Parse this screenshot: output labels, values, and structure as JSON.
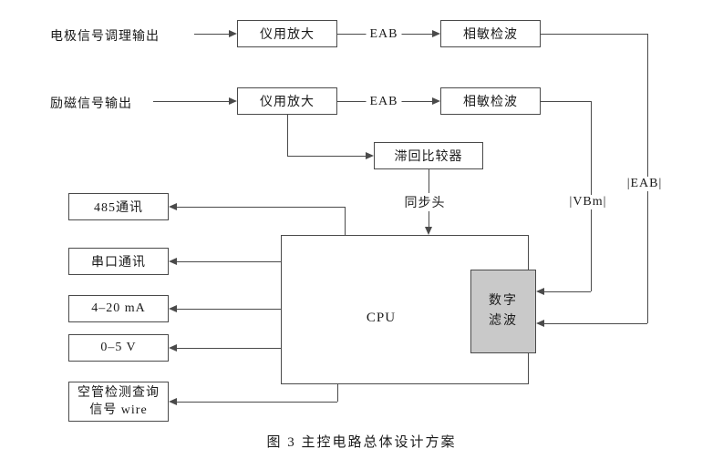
{
  "caption": "图 3  主控电路总体设计方案",
  "inputs": {
    "electrode": "电极信号调理输出",
    "excitation": "励磁信号输出"
  },
  "blocks": {
    "amp1": "仪用放大",
    "psd1": "相敏检波",
    "amp2": "仪用放大",
    "psd2": "相敏检波",
    "hysteresis": "滞回比较器",
    "cpu": "CPU",
    "filter_l1": "数字",
    "filter_l2": "滤波",
    "comm485": "485通讯",
    "serial": "串口通讯",
    "current_loop": "4–20 mA",
    "voltage": "0–5 V",
    "empty_pipe_l1": "空管检测查询",
    "empty_pipe_l2": "信号 wire"
  },
  "signals": {
    "eab1": "EAB",
    "eab2": "EAB",
    "sync": "同步头",
    "vbm_abs": "|VBm|",
    "eab_abs": "|EAB|"
  },
  "colors": {
    "line": "#4a4a4a",
    "filter_fill": "#c9c9c9"
  }
}
